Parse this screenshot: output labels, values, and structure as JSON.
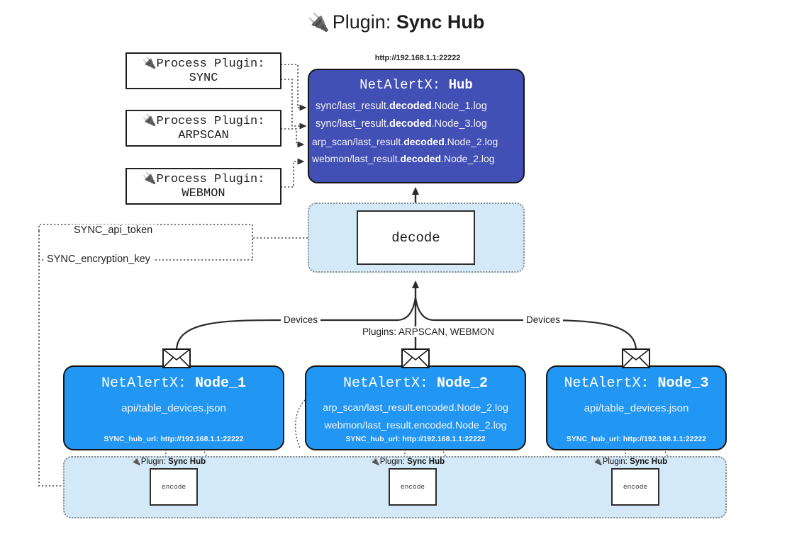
{
  "title": {
    "icon": "plug-icon",
    "prefix": "Plugin:",
    "name": "Sync Hub",
    "glyph": "🔌"
  },
  "colors": {
    "hub_fill": "#4250b6",
    "node_fill": "#2196f3",
    "cluster_fill": "#d4e9f7",
    "border": "#151515",
    "page_bg": "#ffffff"
  },
  "process_plugins": [
    {
      "prefix": "Process Plugin:",
      "name": "SYNC",
      "glyph": "🔌"
    },
    {
      "prefix": "Process Plugin:",
      "name": "ARPSCAN",
      "glyph": "🔌"
    },
    {
      "prefix": "Process Plugin:",
      "name": "WEBMON",
      "glyph": "🔌"
    }
  ],
  "hub": {
    "url": "http://192.168.1.1:22222",
    "app": "NetAlertX:",
    "name": "Hub",
    "logs": [
      {
        "pre": "sync/last_result.",
        "mid": "decoded",
        "post": ".Node_1.log"
      },
      {
        "pre": "sync/last_result.",
        "mid": "decoded",
        "post": ".Node_3.log"
      },
      {
        "pre": "arp_scan/last_result.",
        "mid": "decoded",
        "post": ".Node_2.log"
      },
      {
        "pre": "webmon/last_result.",
        "mid": "decoded",
        "post": ".Node_2.log"
      }
    ]
  },
  "decode": {
    "label": "decode"
  },
  "tokens": [
    {
      "label": "SYNC_api_token"
    },
    {
      "label": "SYNC_encryption_key"
    }
  ],
  "edge_labels": {
    "devices_left": "Devices",
    "devices_right": "Devices",
    "plugins_center": "Plugins: ARPSCAN, WEBMON"
  },
  "nodes": [
    {
      "app": "NetAlertX:",
      "name": "Node_1",
      "lines": [
        "api/table_devices.json"
      ],
      "hub_url": "SYNC_hub_url: http://192.168.1.1:22222",
      "icon": "envelope-icon"
    },
    {
      "app": "NetAlertX:",
      "name": "Node_2",
      "lines": [
        "arp_scan/last_result.encoded.Node_2.log",
        "webmon/last_result.encoded.Node_2.log"
      ],
      "hub_url": "SYNC_hub_url: http://192.168.1.1:22222",
      "icon": "envelope-icon"
    },
    {
      "app": "NetAlertX:",
      "name": "Node_3",
      "lines": [
        "api/table_devices.json"
      ],
      "hub_url": "SYNC_hub_url: http://192.168.1.1:22222",
      "icon": "envelope-icon"
    }
  ],
  "encoders": [
    {
      "prefix": "Plugin:",
      "name": "Sync Hub",
      "box": "encode",
      "glyph": "🔌"
    },
    {
      "prefix": "Plugin:",
      "name": "Sync Hub",
      "box": "encode",
      "glyph": "🔌"
    },
    {
      "prefix": "Plugin:",
      "name": "Sync Hub",
      "box": "encode",
      "glyph": "🔌"
    }
  ]
}
